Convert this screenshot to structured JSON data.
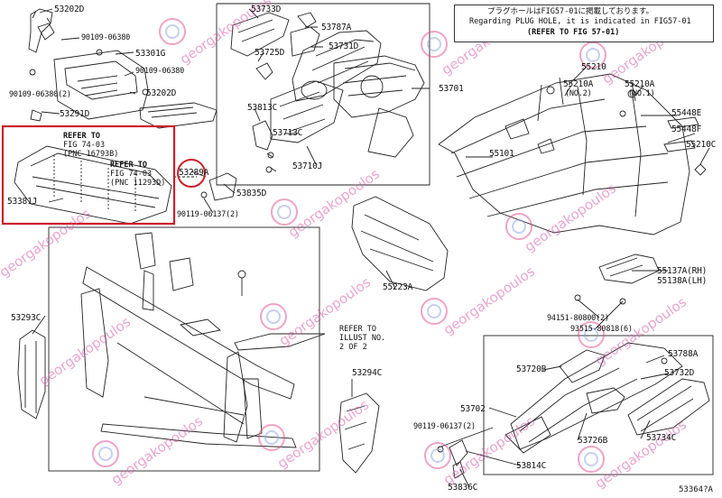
{
  "diagram": {
    "figure_id": "53364?A",
    "top_note": {
      "line1": "プラグホールはFIG57-01に掲載しております。",
      "line2": "Regarding PLUG HOLE, it is indicated in FIG57-01",
      "line3": "(REFER TO FIG 57-01)"
    },
    "refer_box": {
      "ref1_line1": "REFER TO",
      "ref1_line2": "FIG 74-03",
      "ref1_line3": "(PNC 16793B)",
      "ref2_line1": "REFER TO",
      "ref2_line2": "FIG 74-03",
      "ref2_line3": "(PNC 11293D)"
    },
    "refer_illust": {
      "line1": "REFER TO",
      "line2": "ILLUST NO.",
      "line3": "2 OF 2"
    },
    "labels": {
      "p53202D_a": "53202D",
      "p90109_06380_a": "90109-06380",
      "p53301G": "53301G",
      "p90109_06380_b": "90109-06380",
      "p90109_06380_2": "90109-06380(2)",
      "p53202D_b": "53202D",
      "p53291D": "53291D",
      "p53381J": "53381J",
      "p53289A": "53289A",
      "p53835D": "53835D",
      "p90119_06137_2a": "90119-06137(2)",
      "p53733D": "53733D",
      "p53787A": "53787A",
      "p53731D": "53731D",
      "p53725D": "53725D",
      "p53701": "53701",
      "p53813C": "53813C",
      "p53713C": "53713C",
      "p53710J": "53710J",
      "p55210": "55210",
      "p55210A_no2": "55210A",
      "no2": "(NO.2)",
      "p55210A_no1": "55210A",
      "no1": "(NO.1)",
      "p55448E": "55448E",
      "p55448F": "55448F",
      "p55210C": "55210C",
      "p55101": "55101",
      "p55223A": "55223A",
      "p55137A": "55137A(RH)",
      "p55138A": "55138A(LH)",
      "p94151": "94151-80800(2)",
      "p93515": "93515-80818(6)",
      "p53293C": "53293C",
      "p53294C": "53294C",
      "p53788A": "53788A",
      "p53720B": "53720B",
      "p53732D": "53732D",
      "p53702": "53702",
      "p90119_06137_2b": "90119-06137(2)",
      "p53726B": "53726B",
      "p53734C": "53734C",
      "p53814C": "53814C",
      "p53836C": "53836C"
    },
    "watermark": "georgakopoulos",
    "colors": {
      "highlight_red": "#cc1f2a",
      "watermark_pink": "#d75aa8",
      "line": "#222222"
    }
  }
}
